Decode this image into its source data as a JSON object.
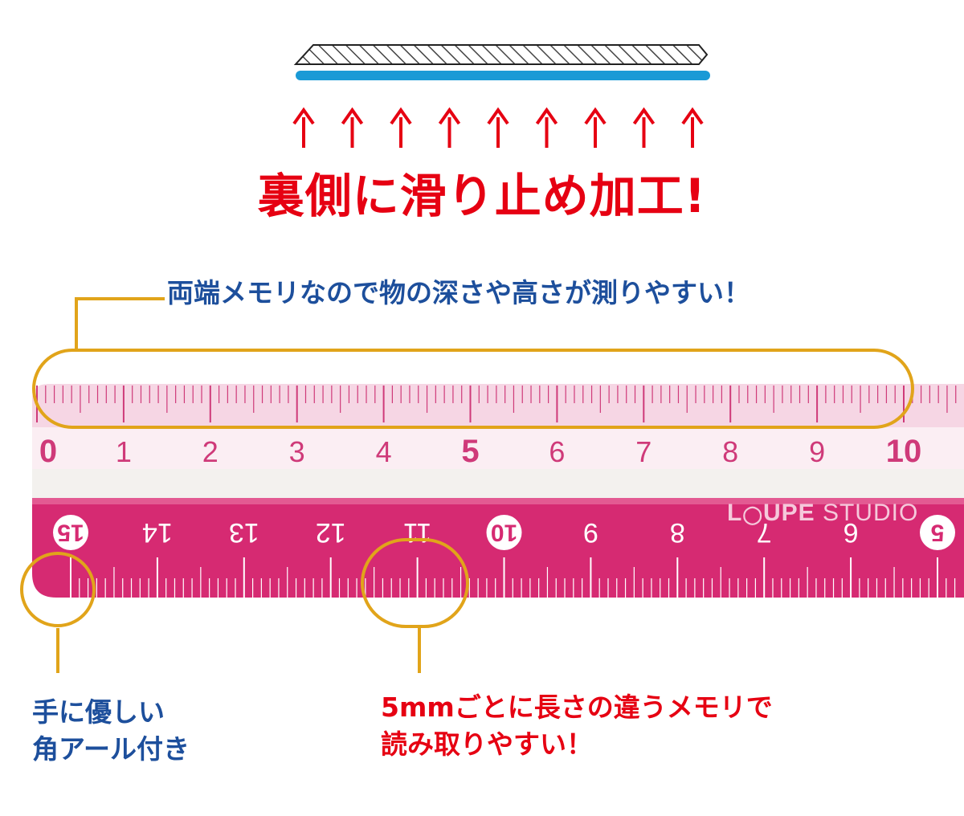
{
  "headline": "裏側に滑り止め加工!",
  "callouts": {
    "both_ends": "両端メモリなので物の深さや高さが測りやすい！",
    "rounded_corner": [
      "手に優しい",
      "角アール付き"
    ],
    "graduations": [
      "5mmごとに長さの違うメモリで",
      "読み取りやすい！"
    ]
  },
  "ruler": {
    "top_scale_labels": [
      "0",
      "1",
      "2",
      "3",
      "4",
      "5",
      "6",
      "7",
      "8",
      "9",
      "10"
    ],
    "bottom_scale_labels": [
      "15",
      "14",
      "13",
      "12",
      "11",
      "10",
      "9",
      "8",
      "7",
      "6",
      "5"
    ]
  },
  "watermark": {
    "part1": "L",
    "part2": "UPE",
    "part3": " STUDIO"
  },
  "colors": {
    "red": "#e60012",
    "blue": "#1d4f9c",
    "gold": "#e1a41a",
    "ruler_pink": "#d62a72",
    "slip_blue": "#1a9ad6"
  },
  "icons": [
    "arrow-up-icon"
  ]
}
